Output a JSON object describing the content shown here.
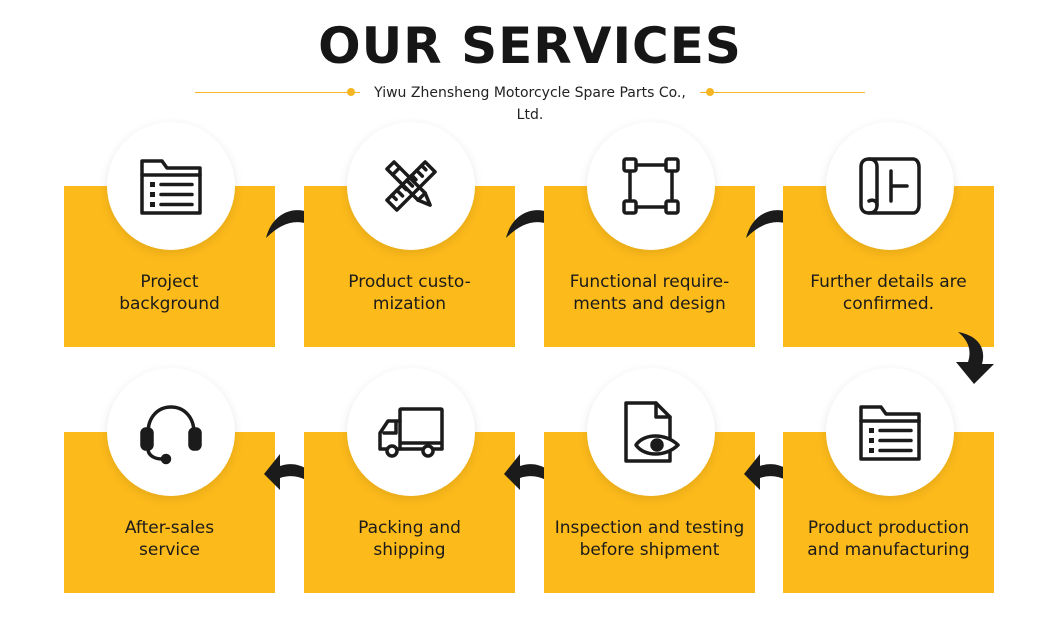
{
  "header": {
    "title": "OUR SERVICES",
    "subtitle": "Yiwu Zhensheng Motorcycle Spare Parts Co., Ltd."
  },
  "colors": {
    "accent": "#fcba1b",
    "ink": "#1b1b1b"
  },
  "steps": [
    {
      "label_line1": "Project",
      "label_line2": "background",
      "icon": "folder-list-icon"
    },
    {
      "label_line1": "Product custo-",
      "label_line2": "mization",
      "icon": "pencil-ruler-icon"
    },
    {
      "label_line1": "Functional require-",
      "label_line2": "ments and design",
      "icon": "vector-square-icon"
    },
    {
      "label_line1": "Further details are",
      "label_line2": "confirmed.",
      "icon": "blueprint-scroll-icon"
    },
    {
      "label_line1": "Product production",
      "label_line2": "and manufacturing",
      "icon": "folder-list-icon"
    },
    {
      "label_line1": "Inspection and testing",
      "label_line2": "before shipment",
      "icon": "document-eye-icon"
    },
    {
      "label_line1": "Packing and",
      "label_line2": "shipping",
      "icon": "delivery-truck-icon"
    },
    {
      "label_line1": "After-sales",
      "label_line2": "service",
      "icon": "headset-icon"
    }
  ]
}
